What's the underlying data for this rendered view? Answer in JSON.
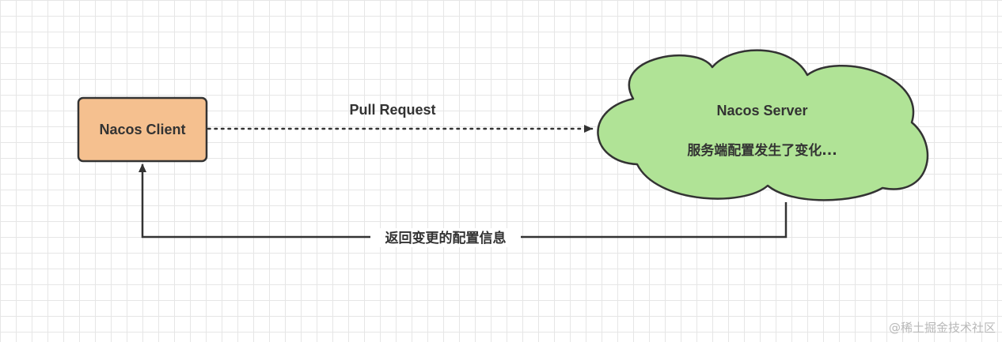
{
  "nodes": {
    "client": {
      "label": "Nacos Client",
      "fill": "#f5c08f",
      "stroke": "#333333"
    },
    "server": {
      "title": "Nacos Server",
      "subtitle": "服务端配置发生了变化...",
      "fill": "#b0e396",
      "stroke": "#333333"
    }
  },
  "edges": {
    "pull_request": {
      "label": "Pull Request",
      "style": "dotted"
    },
    "return_changes": {
      "label": "返回变更的配置信息",
      "style": "solid"
    }
  },
  "watermark": "@稀土掘金技术社区"
}
